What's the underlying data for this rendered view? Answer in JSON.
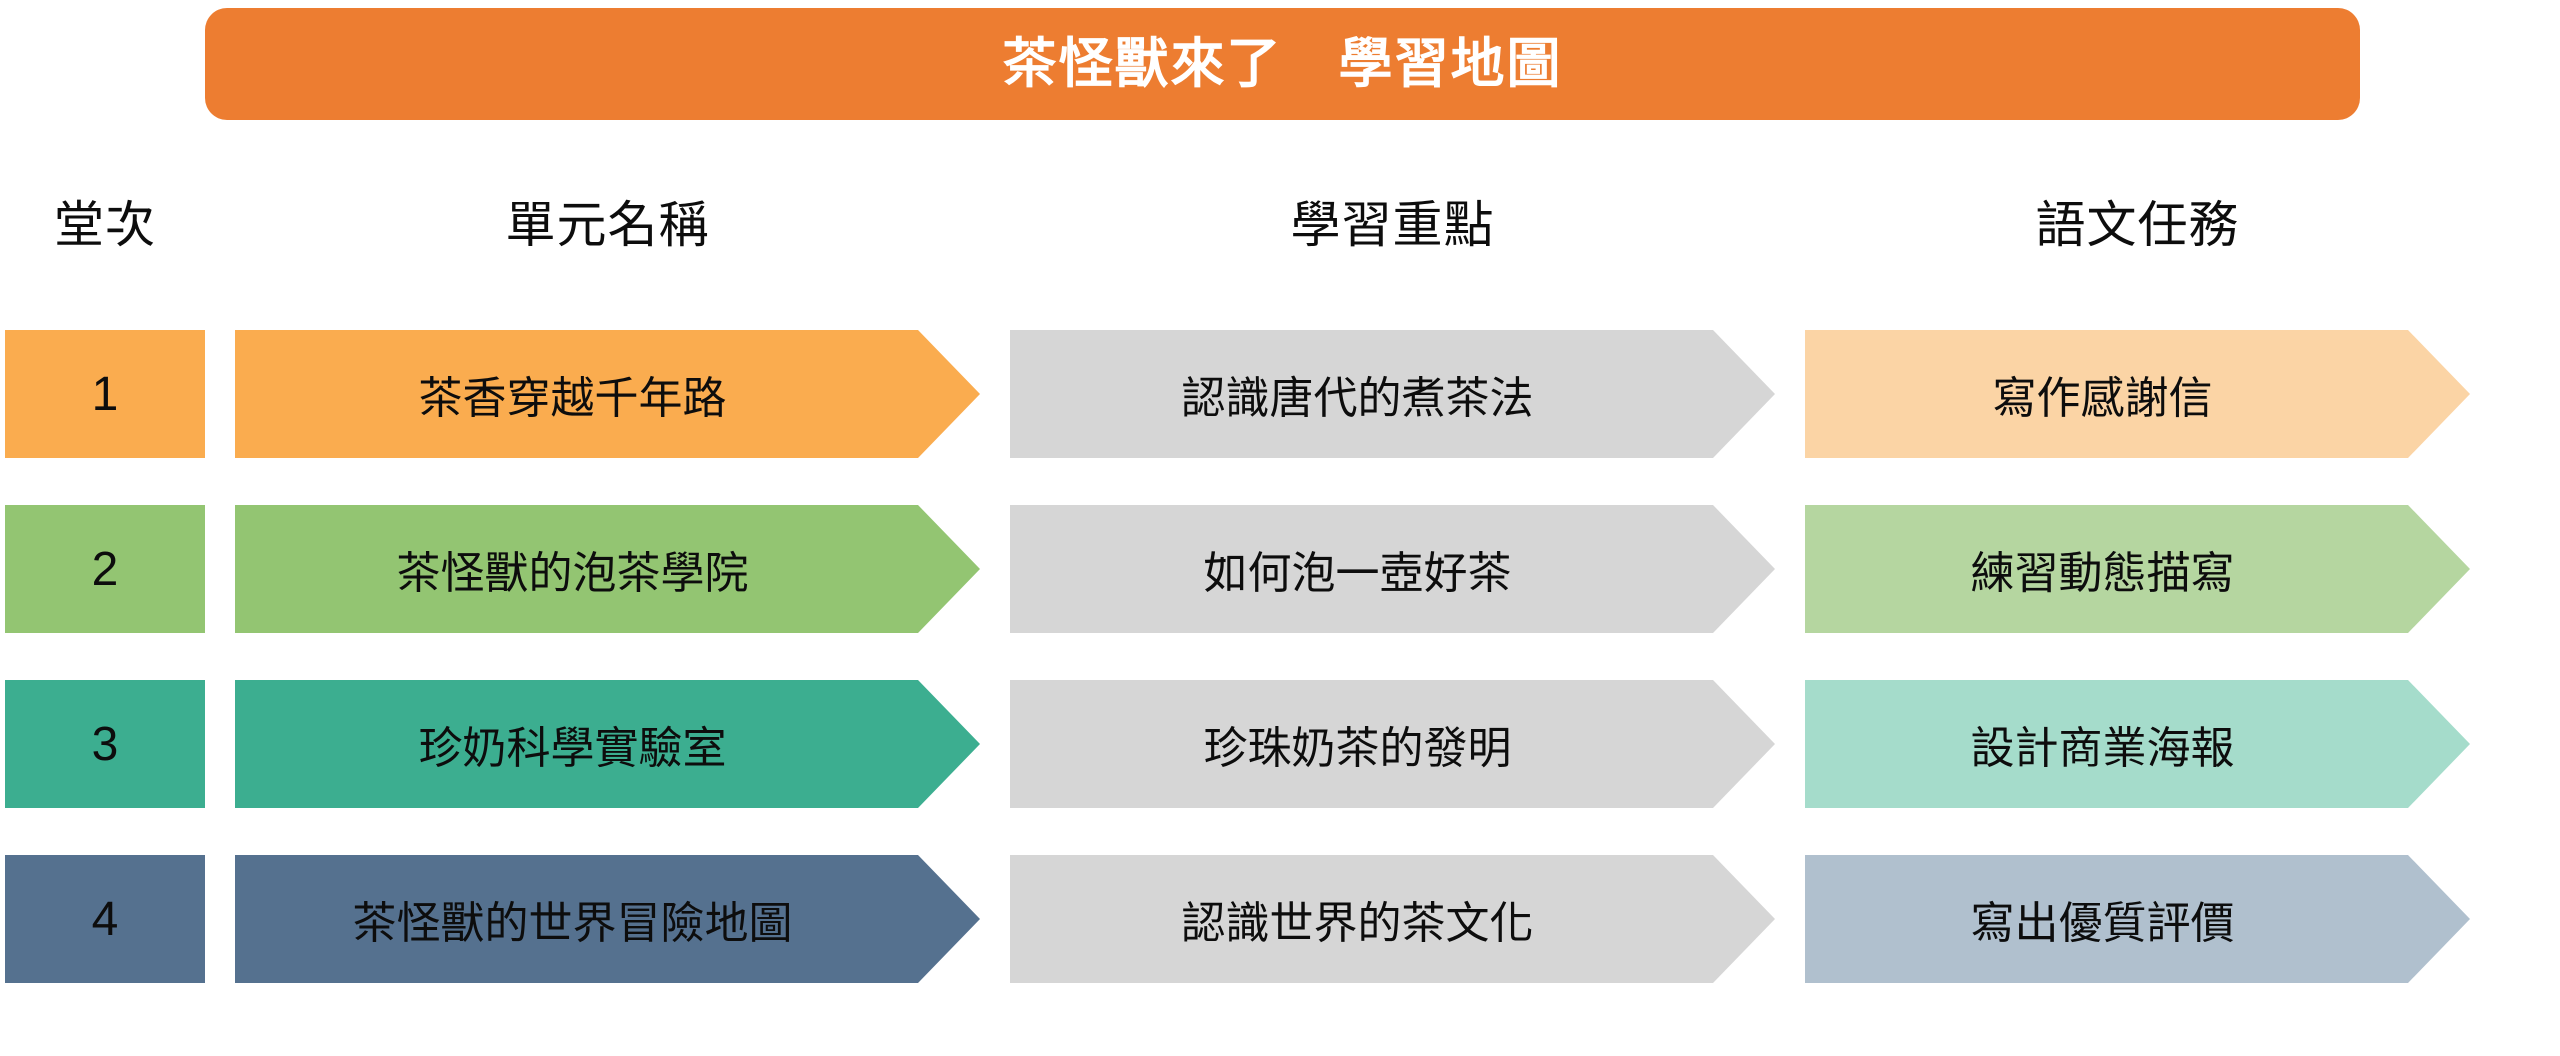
{
  "banner": {
    "title": "茶怪獸來了　學習地圖",
    "background": "#ED7D31",
    "text_color": "#FFFFFF"
  },
  "headers": {
    "lesson_no": "堂次",
    "unit_name": "單元名稱",
    "learning_focus": "學習重點",
    "language_task": "語文任務"
  },
  "palette": {
    "focus_gray": "#D6D6D6",
    "row1_strong": "#FAAC4F",
    "row1_light": "#FBD4A5",
    "row2_strong": "#93C572",
    "row2_light": "#B5D6A0",
    "row3_strong": "#3CAE90",
    "row3_light": "#A5DCCB",
    "row4_strong": "#55718F",
    "row4_light": "#B0C0CE"
  },
  "rows": [
    {
      "no": "1",
      "unit": "茶香穿越千年路",
      "focus": "認識唐代的煮茶法",
      "task": "寫作感謝信",
      "strong_color": "#FAAC4F",
      "light_color": "#FBD4A5"
    },
    {
      "no": "2",
      "unit": "茶怪獸的泡茶學院",
      "focus": "如何泡一壺好茶",
      "task": "練習動態描寫",
      "strong_color": "#93C572",
      "light_color": "#B5D6A0"
    },
    {
      "no": "3",
      "unit": "珍奶科學實驗室",
      "focus": "珍珠奶茶的發明",
      "task": "設計商業海報",
      "strong_color": "#3CAE90",
      "light_color": "#A5DCCB"
    },
    {
      "no": "4",
      "unit": "茶怪獸的世界冒險地圖",
      "focus": "認識世界的茶文化",
      "task": "寫出優質評價",
      "strong_color": "#55718F",
      "light_color": "#B0C0CE"
    }
  ]
}
